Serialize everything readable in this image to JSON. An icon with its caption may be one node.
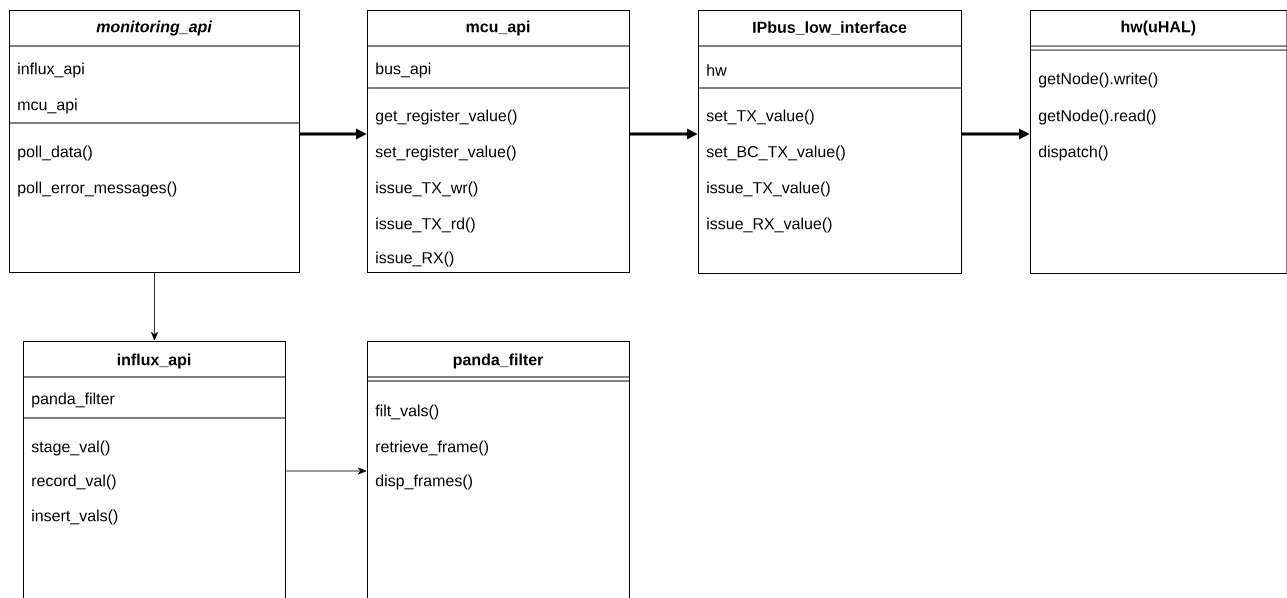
{
  "diagram": {
    "nodes": [
      {
        "text": [
          "monitoring_api",
          "influx_api",
          "mcu_api",
          "poll_data()",
          "poll_error_messages()"
        ]
      },
      {
        "text": [
          "mcu_api",
          "bus_api",
          "get_register_value()",
          "set_register_value()",
          "issue_TX_wr()",
          "issue_TX_rd()",
          "issue_RX()"
        ]
      },
      {
        "text": [
          "IPbus_low_interface",
          "hw",
          "set_TX_value()",
          "set_BC_TX_value()",
          "issue_TX_value()",
          "issue_RX_value()"
        ]
      },
      {
        "text": [
          "hw(uHAL)",
          "getNode().write()",
          "getNode().read()",
          "dispatch()"
        ]
      },
      {
        "text": [
          "influx_api",
          "panda_filter",
          "stage_val()",
          "record_val()",
          "insert_vals()"
        ]
      },
      {
        "text": [
          "panda_filter",
          "filt_vals()",
          "retrieve_frame()",
          "disp_frames()"
        ]
      }
    ],
    "edges": [
      {
        "from": 0,
        "to": 1,
        "arrow": "to"
      },
      {
        "from": 1,
        "to": 2,
        "arrow": "to"
      },
      {
        "from": 2,
        "to": 3,
        "arrow": "to"
      },
      {
        "from": 0,
        "to": 4,
        "arrow": "to"
      },
      {
        "from": 4,
        "to": 5,
        "arrow": "to"
      }
    ]
  }
}
